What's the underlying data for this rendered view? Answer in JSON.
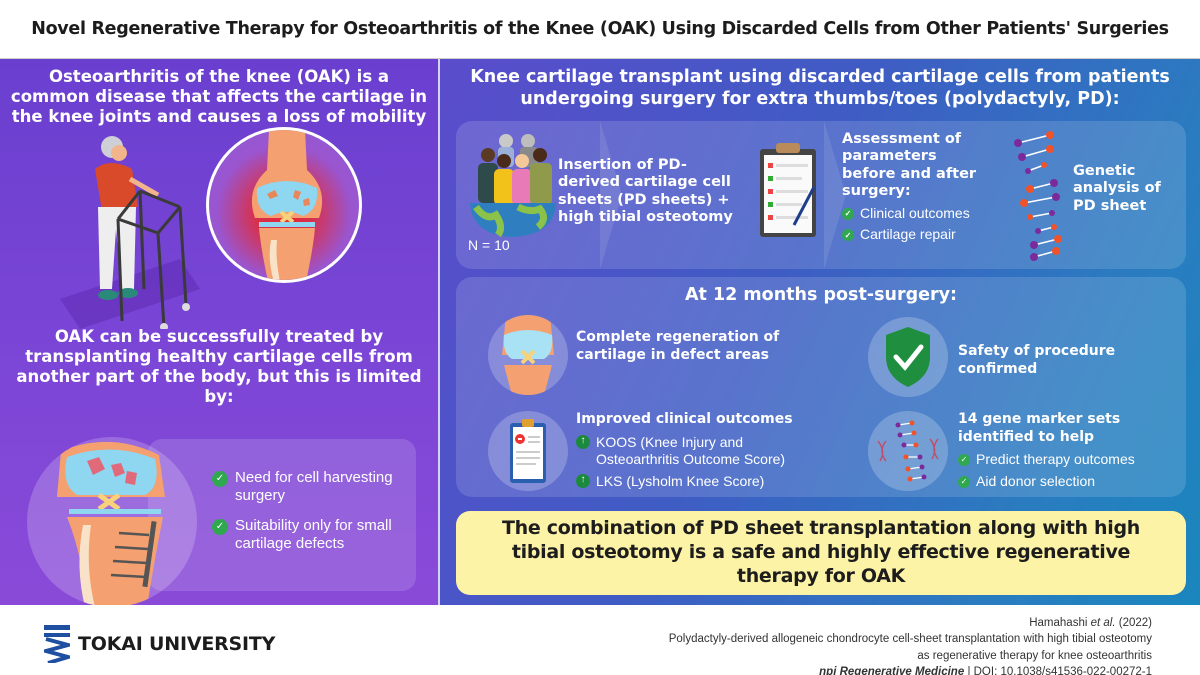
{
  "title": "Novel Regenerative Therapy for Osteoarthritis of the Knee (OAK) Using Discarded Cells from Other Patients' Surgeries",
  "left_panel": {
    "heading": "Osteoarthritis of the knee (OAK) is a common disease that affects the cartilage in the knee joints and causes a loss of mobility",
    "subheading": "OAK can be successfully treated by transplanting healthy cartilage cells from another part of the body, but this is limited by:",
    "limitations": [
      "Need for cell harvesting surgery",
      "Suitability only for small cartilage defects"
    ],
    "icons": [
      "elderly-walker-illustration",
      "inflamed-knee-joint-illustration",
      "knee-osteotomy-plate-illustration",
      "check-icon"
    ]
  },
  "right_panel": {
    "heading": "Knee cartilage transplant using discarded cartilage cells from patients undergoing surgery for extra thumbs/toes (polydactyly, PD):",
    "steps": [
      {
        "text": "Insertion of PD-derived cartilage cell sheets (PD sheets) + high tibial osteotomy",
        "icon": "patients-globe-icon",
        "note": "N = 10"
      },
      {
        "text": "Assessment of parameters before and after surgery:",
        "icon": "clipboard-checklist-icon",
        "items": [
          "Clinical outcomes",
          "Cartilage repair"
        ]
      },
      {
        "text": "Genetic analysis of PD sheet",
        "icon": "dna-helix-icon"
      }
    ],
    "results": {
      "heading": "At 12 months post-surgery:",
      "items": [
        {
          "title": "Complete regeneration of cartilage in defect areas",
          "icon": "regenerated-knee-icon"
        },
        {
          "title": "Safety of procedure confirmed",
          "icon": "shield-check-icon"
        },
        {
          "title": "Improved clinical outcomes",
          "icon": "medical-clipboard-icon",
          "points": [
            "KOOS (Knee Injury and Osteoarthritis Outcome Score)",
            "LKS (Lysholm Knee Score)"
          ],
          "bullet": "arrow-up-icon"
        },
        {
          "title": "14 gene marker sets identified to help",
          "icon": "dna-cluster-icon",
          "points": [
            "Predict therapy outcomes",
            "Aid donor selection"
          ],
          "bullet": "check-icon"
        }
      ]
    },
    "conclusion": "The combination of PD sheet transplantation along with high tibial osteotomy is a safe and highly effective regenerative therapy for OAK"
  },
  "footer": {
    "logo_text": "TOKAI UNIVERSITY",
    "citation": {
      "authors": "Hamahashi",
      "etal": "et al.",
      "year": "(2022)",
      "title_line1": "Polydactyly-derived allogeneic chondrocyte cell-sheet transplantation with high tibial osteotomy",
      "title_line2": "as regenerative therapy for knee osteoarthritis",
      "journal": "npj Regenerative Medicine",
      "doi": "| DOI: 10.1038/s41536-022-00272-1"
    }
  },
  "colors": {
    "gradient_purple": "#7a3fd2",
    "gradient_blue": "#1a86be",
    "conclusion_bg": "#fdf3a6",
    "check_green": "#2fa84f",
    "logo_blue": "#1e4fa0"
  }
}
